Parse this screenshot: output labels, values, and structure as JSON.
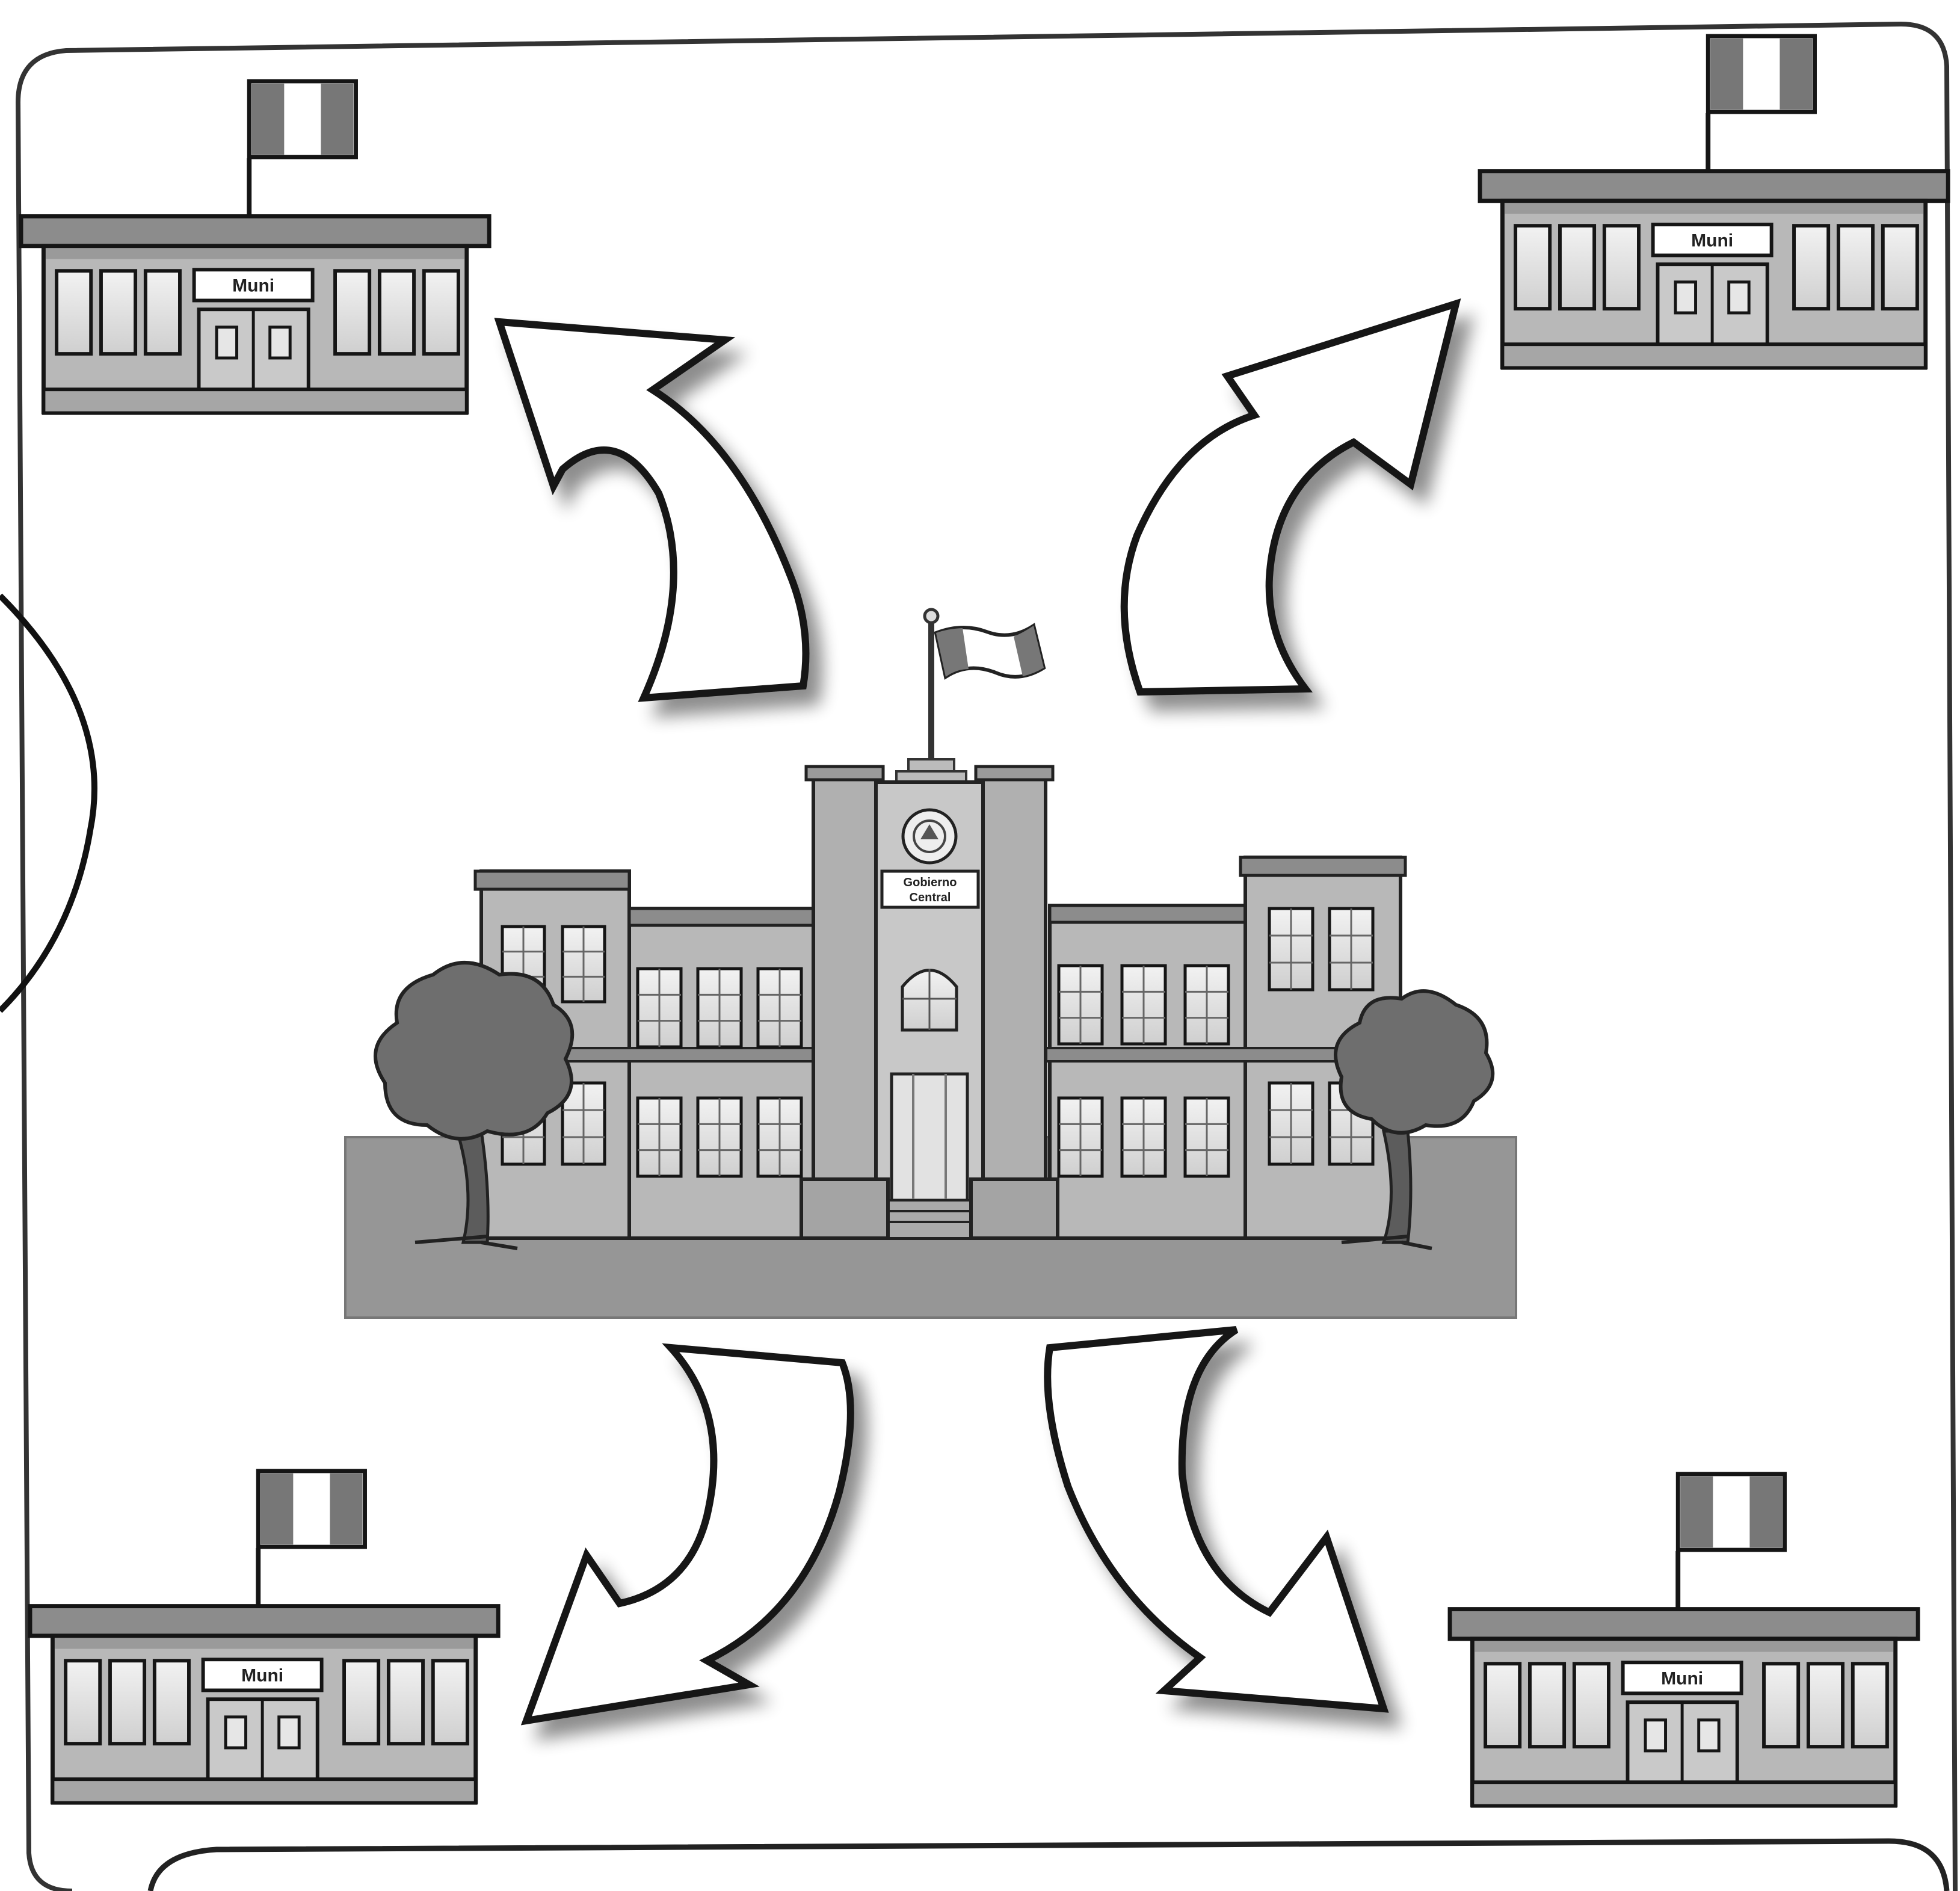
{
  "diagram": {
    "central_building": {
      "sign_line1": "Gobierno",
      "sign_line2": "Central"
    },
    "municipal_buildings": [
      {
        "position": "top-left",
        "sign": "Muni"
      },
      {
        "position": "top-right",
        "sign": "Muni"
      },
      {
        "position": "bottom-left",
        "sign": "Muni"
      },
      {
        "position": "bottom-right",
        "sign": "Muni"
      }
    ],
    "arrows": [
      {
        "from": "central",
        "to": "top-left"
      },
      {
        "from": "central",
        "to": "top-right"
      },
      {
        "from": "central",
        "to": "bottom-left"
      },
      {
        "from": "central",
        "to": "bottom-right"
      }
    ],
    "colors": {
      "line": "#151515",
      "wall": "#b8b8b8",
      "roof": "#8c8c8c",
      "window": "#e2e2e2",
      "ground": "#969696",
      "tree": "#6e6e6e",
      "arrow_fill": "#ffffff",
      "flag_stripe": "#777777"
    }
  }
}
